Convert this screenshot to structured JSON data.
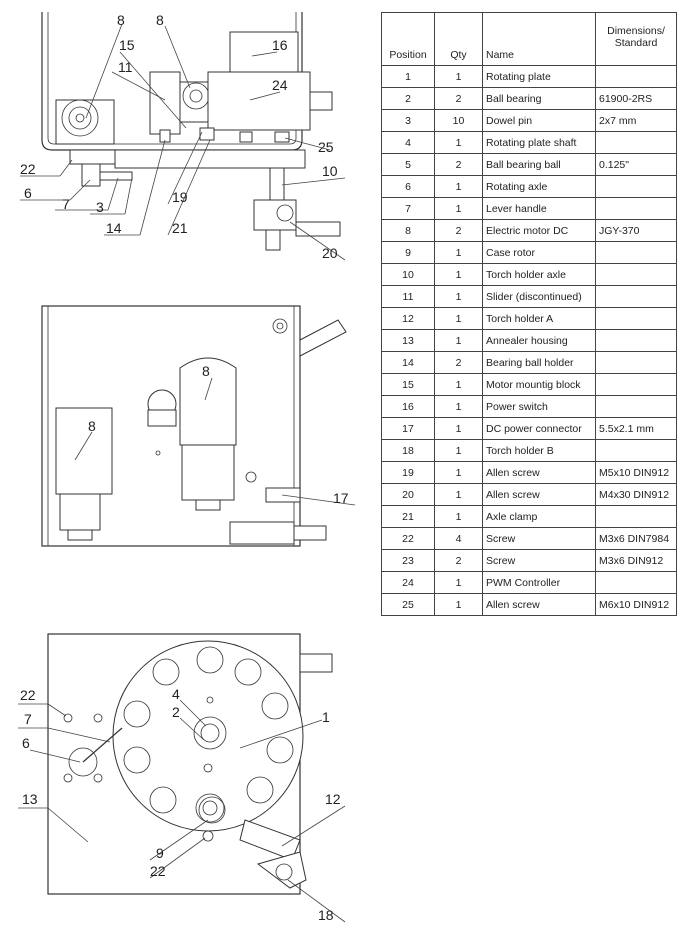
{
  "table": {
    "headers": {
      "position": "Position",
      "qty": "Qty",
      "name": "Name",
      "dimensions": "Dimensions/ Standard"
    },
    "rows": [
      {
        "position": "1",
        "qty": "1",
        "name": "Rotating plate",
        "dim": ""
      },
      {
        "position": "2",
        "qty": "2",
        "name": "Ball bearing",
        "dim": "61900-2RS"
      },
      {
        "position": "3",
        "qty": "10",
        "name": "Dowel pin",
        "dim": "2x7 mm"
      },
      {
        "position": "4",
        "qty": "1",
        "name": "Rotating plate shaft",
        "dim": ""
      },
      {
        "position": "5",
        "qty": "2",
        "name": "Ball bearing ball",
        "dim": "0.125\""
      },
      {
        "position": "6",
        "qty": "1",
        "name": "Rotating axle",
        "dim": ""
      },
      {
        "position": "7",
        "qty": "1",
        "name": "Lever handle",
        "dim": ""
      },
      {
        "position": "8",
        "qty": "2",
        "name": "Electric motor DC",
        "dim": "JGY-370"
      },
      {
        "position": "9",
        "qty": "1",
        "name": "Case rotor",
        "dim": ""
      },
      {
        "position": "10",
        "qty": "1",
        "name": "Torch holder axle",
        "dim": ""
      },
      {
        "position": "11",
        "qty": "1",
        "name": "Slider (discontinued)",
        "dim": ""
      },
      {
        "position": "12",
        "qty": "1",
        "name": "Torch holder A",
        "dim": ""
      },
      {
        "position": "13",
        "qty": "1",
        "name": "Annealer housing",
        "dim": ""
      },
      {
        "position": "14",
        "qty": "2",
        "name": "Bearing ball holder",
        "dim": ""
      },
      {
        "position": "15",
        "qty": "1",
        "name": "Motor mountig block",
        "dim": ""
      },
      {
        "position": "16",
        "qty": "1",
        "name": "Power switch",
        "dim": ""
      },
      {
        "position": "17",
        "qty": "1",
        "name": "DC power connector",
        "dim": "5.5x2.1 mm"
      },
      {
        "position": "18",
        "qty": "1",
        "name": "Torch holder B",
        "dim": ""
      },
      {
        "position": "19",
        "qty": "1",
        "name": "Allen screw",
        "dim": "M5x10 DIN912"
      },
      {
        "position": "20",
        "qty": "1",
        "name": "Allen screw",
        "dim": "M4x30 DIN912"
      },
      {
        "position": "21",
        "qty": "1",
        "name": "Axle clamp",
        "dim": ""
      },
      {
        "position": "22",
        "qty": "4",
        "name": "Screw",
        "dim": "M3x6 DIN7984"
      },
      {
        "position": "23",
        "qty": "2",
        "name": "Screw",
        "dim": "M3x6 DIN912"
      },
      {
        "position": "24",
        "qty": "1",
        "name": "PWM Controller",
        "dim": ""
      },
      {
        "position": "25",
        "qty": "1",
        "name": "Allen screw",
        "dim": "M6x10 DIN912"
      }
    ]
  },
  "callouts": {
    "top": [
      "8",
      "8",
      "15",
      "11",
      "16",
      "24",
      "25",
      "22",
      "6",
      "7",
      "3",
      "14",
      "19",
      "21",
      "10",
      "20"
    ],
    "middle": [
      "8",
      "8",
      "17"
    ],
    "bottom": [
      "22",
      "7",
      "6",
      "13",
      "4",
      "2",
      "1",
      "12",
      "9",
      "22",
      "18"
    ]
  }
}
